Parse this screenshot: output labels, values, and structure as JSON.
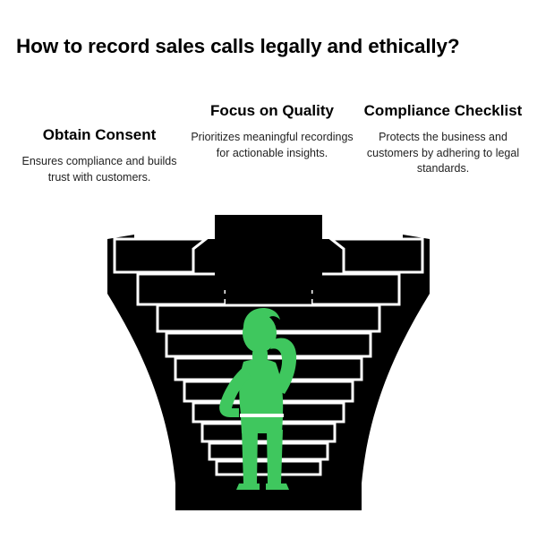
{
  "page": {
    "title": "How to record sales calls legally and ethically?",
    "background_color": "#ffffff",
    "text_color": "#000000"
  },
  "callouts": [
    {
      "heading": "Obtain Consent",
      "body": "Ensures compliance and builds trust with customers."
    },
    {
      "heading": "Focus on Quality",
      "body": "Prioritizes meaningful recordings for actionable insights."
    },
    {
      "heading": "Compliance Checklist",
      "body": "Protects the business and customers by adhering to legal standards."
    }
  ],
  "illustration": {
    "name": "stepped-amphitheater-stairs-with-person",
    "steps_color": "#000000",
    "outline_color": "#ffffff",
    "figure_color": "#3fc75e",
    "figure_pose": "person standing with hand raised to head, looking up at steps"
  }
}
